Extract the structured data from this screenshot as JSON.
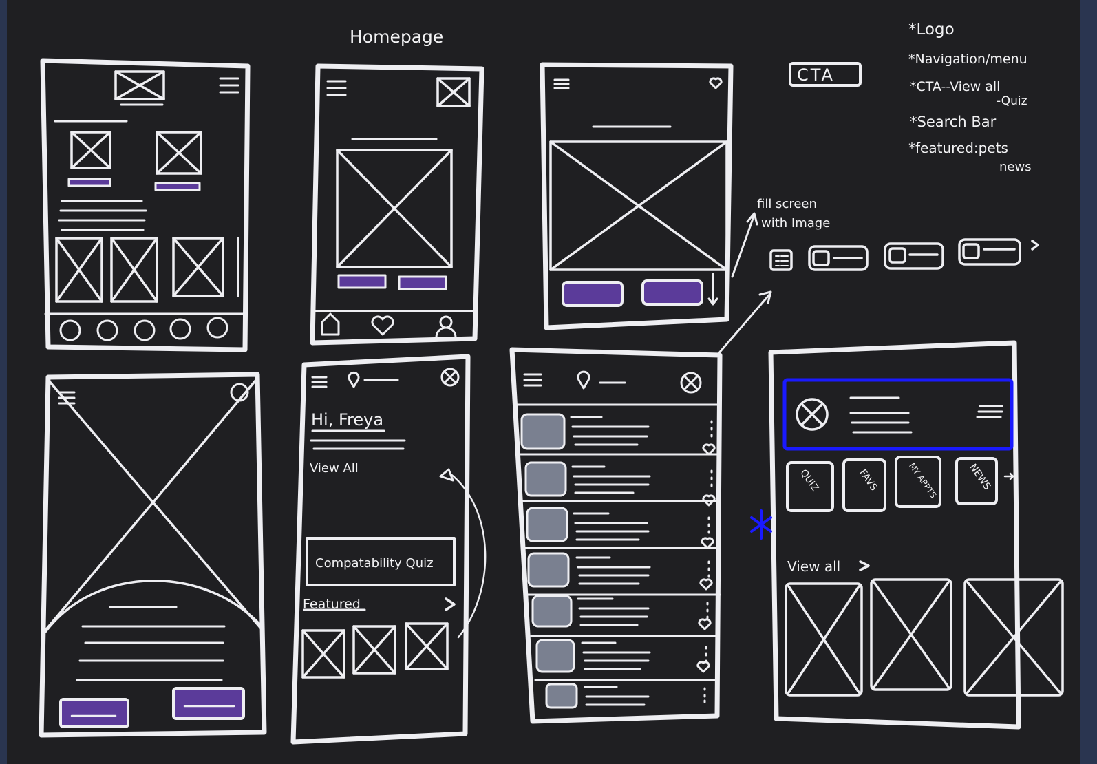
{
  "title": "Homepage",
  "cta_sample": "CTA",
  "legend": {
    "logo": "*Logo",
    "navigation": "*Navigation/menu",
    "cta": "*CTA--View all",
    "cta_sub": "-Quiz",
    "search": "*Search Bar",
    "featured": "*featured:pets",
    "featured_sub": "news"
  },
  "note_fill": [
    "fill screen",
    "with Image"
  ],
  "frame5": {
    "greeting": "Hi, Freya",
    "view_all": "View All",
    "quiz_button": "Compatability Quiz",
    "featured": "Featured"
  },
  "frame8": {
    "tiles": [
      "QUIZ",
      "FAVS",
      "MY APPTS",
      "NEWS"
    ],
    "view_all": "View all"
  },
  "colors": {
    "board": "#1f1f22",
    "chalk": "#eeeef2",
    "purple": "#5b3b9a",
    "highlight_blue": "#1a1aff"
  }
}
